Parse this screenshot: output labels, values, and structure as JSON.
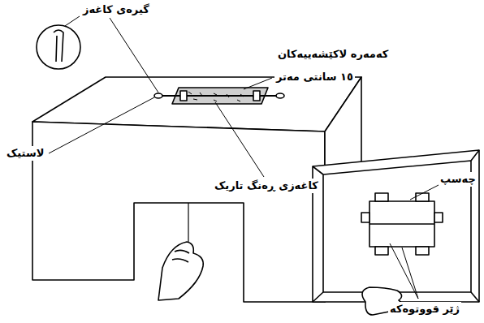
{
  "diagram": {
    "labels": [
      "گیرەی کاغەز",
      "کەمەرە لاکێشەییەکان",
      "١٥ سانتی مەتر",
      "لاستیک",
      "کاغەزی ڕەنگ تاریک",
      "چەسپ",
      "ژێر قووتوەکە"
    ]
  }
}
